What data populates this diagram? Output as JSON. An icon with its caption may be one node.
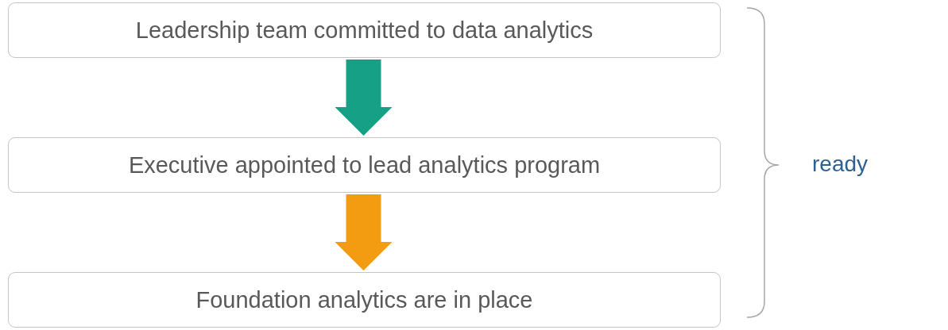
{
  "diagram": {
    "nodes": [
      {
        "text": [
          "Leadership team committed to data analytics"
        ]
      },
      {
        "text": [
          "Executive appointed to lead analytics program"
        ]
      },
      {
        "text": [
          "Foundation analytics are in place"
        ]
      }
    ],
    "edges": [
      {
        "from": 0,
        "to": 1,
        "arrow": "to",
        "style": "thick",
        "color": "#16a085"
      },
      {
        "from": 1,
        "to": 2,
        "arrow": "to",
        "style": "thick",
        "color": "#f39c12"
      }
    ],
    "labels": [
      "ready"
    ]
  }
}
